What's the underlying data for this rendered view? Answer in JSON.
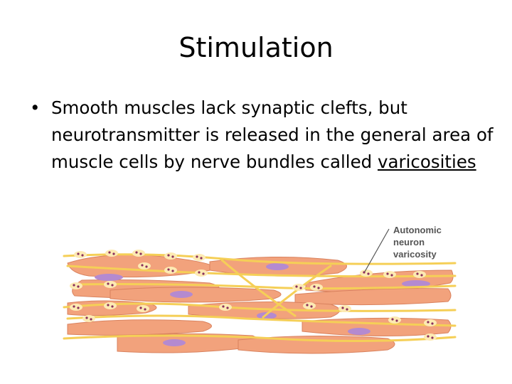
{
  "slide": {
    "title": "Stimulation",
    "bullet_symbol": "•",
    "bullet": {
      "text": "Smooth muscles lack synaptic clefts, but neurotransmitter is released in the general area of muscle cells by nerve bundles called ",
      "term": "varicosities"
    }
  },
  "figure": {
    "label_lines": [
      "Autonomic",
      "neuron",
      "varicosity"
    ],
    "colors": {
      "cell_fill": "#f2a27c",
      "cell_edge": "#d9825e",
      "nucleus": "#b48ad0",
      "nerve": "#f5cf57",
      "varicosity": "#fdeab3",
      "vesicle": "#8a2f5c",
      "label": "#555555"
    }
  }
}
